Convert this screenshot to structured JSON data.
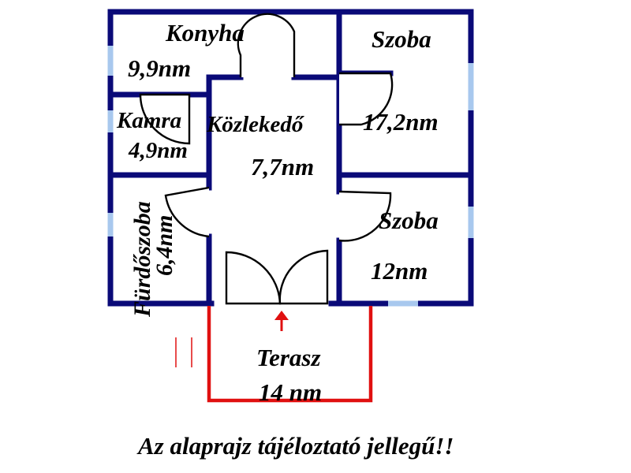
{
  "rooms": {
    "konyha": {
      "name": "Konyha",
      "area": "9,9nm"
    },
    "kamra": {
      "name": "Kamra",
      "area": "4,9nm"
    },
    "kozlekedo": {
      "name": "Közlekedő",
      "area": "7,7nm"
    },
    "szoba1": {
      "name": "Szoba",
      "area": "17,2nm"
    },
    "szoba2": {
      "name": "Szoba",
      "area": "12nm"
    },
    "furdoszoba": {
      "name": "Fürdőszoba",
      "area": "6,4nm"
    },
    "terasz": {
      "name": "Terasz",
      "area": "14 nm"
    }
  },
  "footer": {
    "disclaimer": "Az alaprajz tájéloztató jellegű!!"
  },
  "colors": {
    "wall": "#0a0a78",
    "window": "#a8c8ee",
    "terrace": "#e01010",
    "entrance_arrow": "#e01010"
  }
}
